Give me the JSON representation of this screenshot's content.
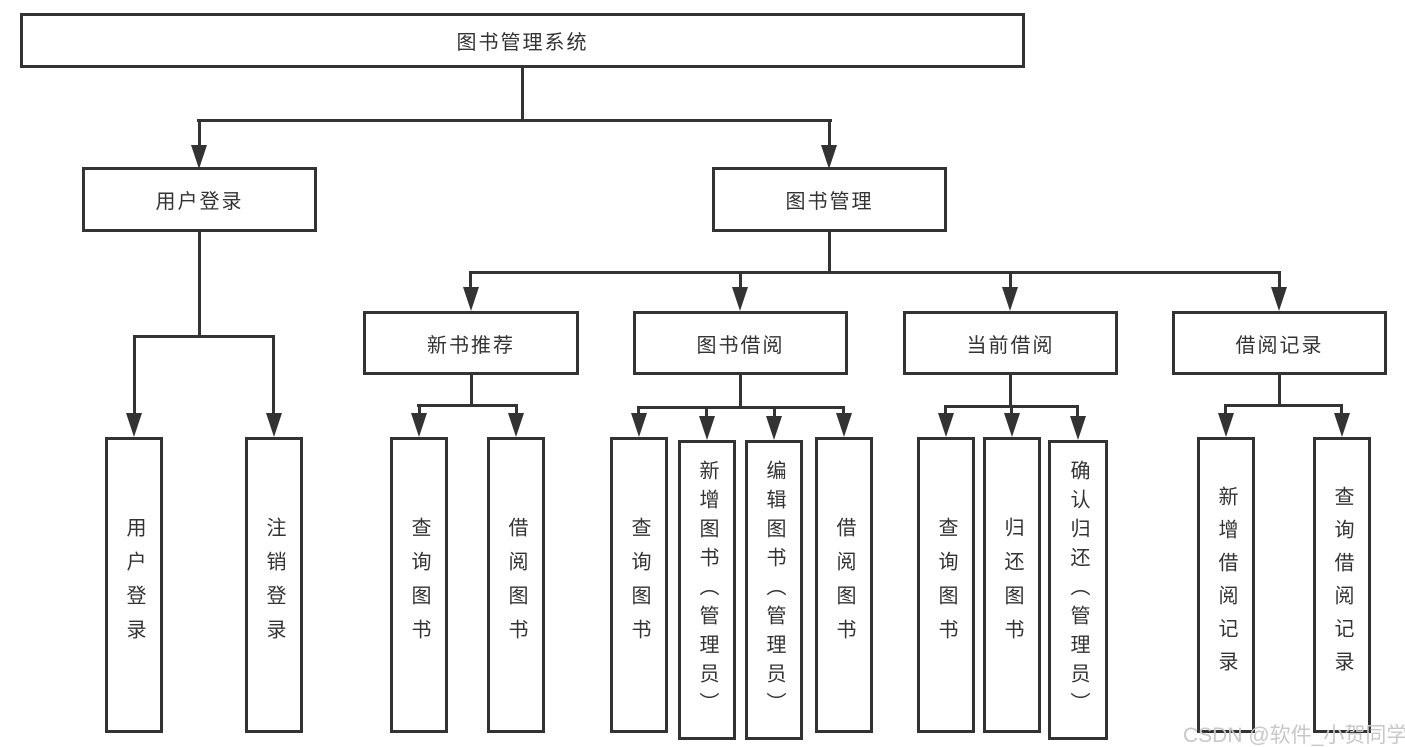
{
  "diagram": {
    "root": {
      "label": "图书管理系统"
    },
    "level2": [
      {
        "label": "用户登录"
      },
      {
        "label": "图书管理"
      }
    ],
    "level3": [
      {
        "label": "新书推荐"
      },
      {
        "label": "图书借阅"
      },
      {
        "label": "当前借阅"
      },
      {
        "label": "借阅记录"
      }
    ],
    "leaves": {
      "user_login": [
        "用户登录",
        "注销登录"
      ],
      "new_book_recommend": [
        "查询图书",
        "借阅图书"
      ],
      "book_borrow": [
        "查询图书",
        "新增图书（管理员）",
        "编辑图书（管理员）",
        "借阅图书"
      ],
      "current_borrow": [
        "查询图书",
        "归还图书",
        "确认归还（管理员）"
      ],
      "borrow_records": [
        "新增借阅记录",
        "查询借阅记录"
      ]
    }
  },
  "watermark": {
    "text": "CSDN @软件_小贺同学",
    "color": "#c8c8c8"
  },
  "colors": {
    "line": "#333333",
    "background": "#ffffff"
  }
}
